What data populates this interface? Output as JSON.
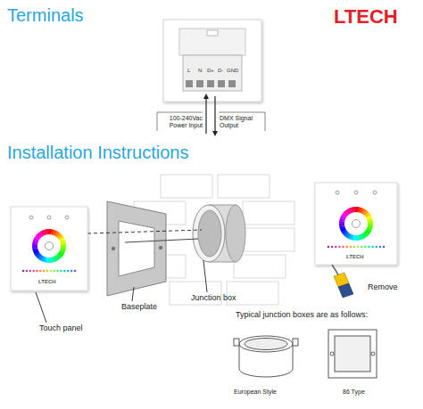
{
  "diagram": {
    "labels": [
      "Terminals",
      "LTECH",
      "L",
      "N",
      "D+",
      "D-",
      "GND",
      "100-240Vac Power Input",
      "DMX Signal Output",
      "Installation Instructions",
      "LTECH",
      "Touch panel",
      "Baseplate",
      "Junction box",
      "LTECH",
      "Remove",
      "Typical junction boxes are as follows:",
      "European Style",
      "86 Type"
    ]
  }
}
